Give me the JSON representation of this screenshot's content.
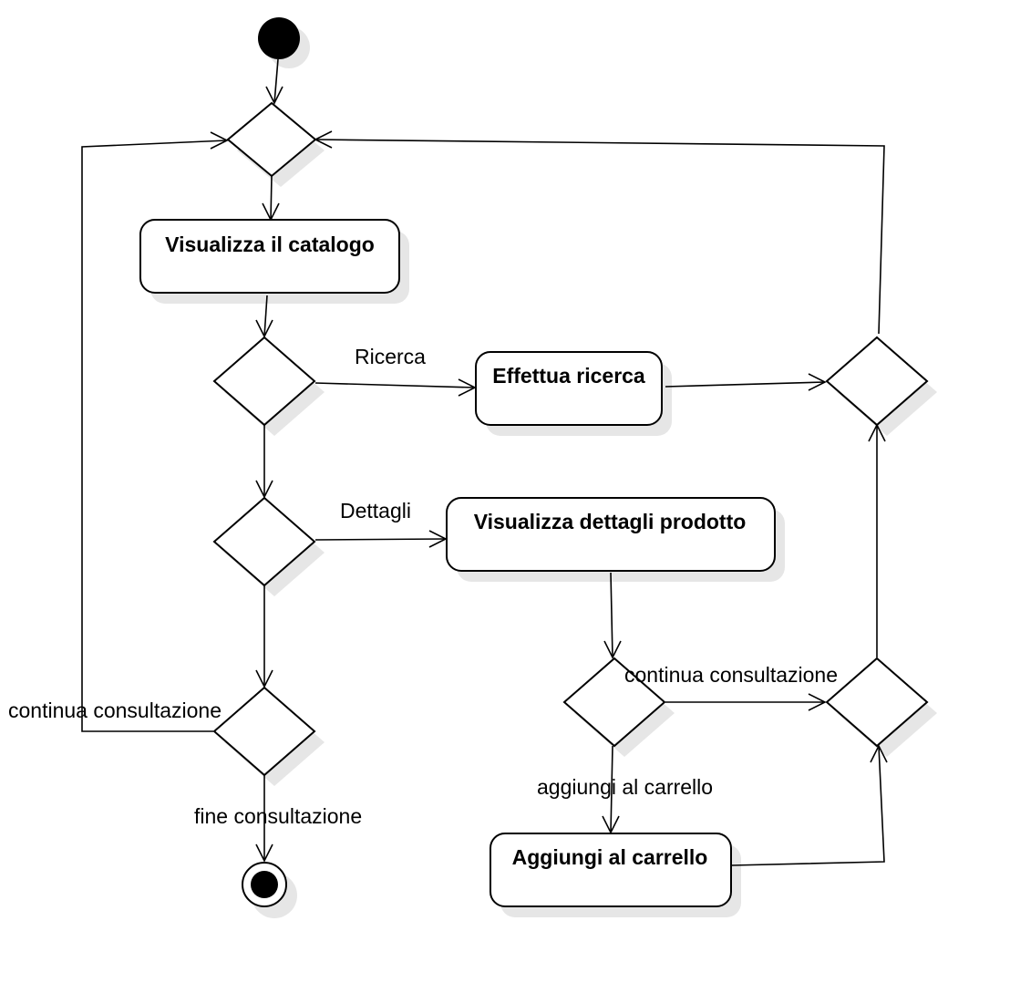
{
  "activities": {
    "visualizza_catalogo": "Visualizza il catalogo",
    "effettua_ricerca": "Effettua ricerca",
    "visualizza_dettagli": "Visualizza dettagli prodotto",
    "aggiungi_carrello": "Aggiungi al carrello"
  },
  "guards": {
    "ricerca": "Ricerca",
    "dettagli": "Dettagli",
    "continua_left": "continua consultazione",
    "fine": "fine consultazione",
    "continua_right": "continua consultazione",
    "aggiungi": "aggiungi al carrello"
  }
}
